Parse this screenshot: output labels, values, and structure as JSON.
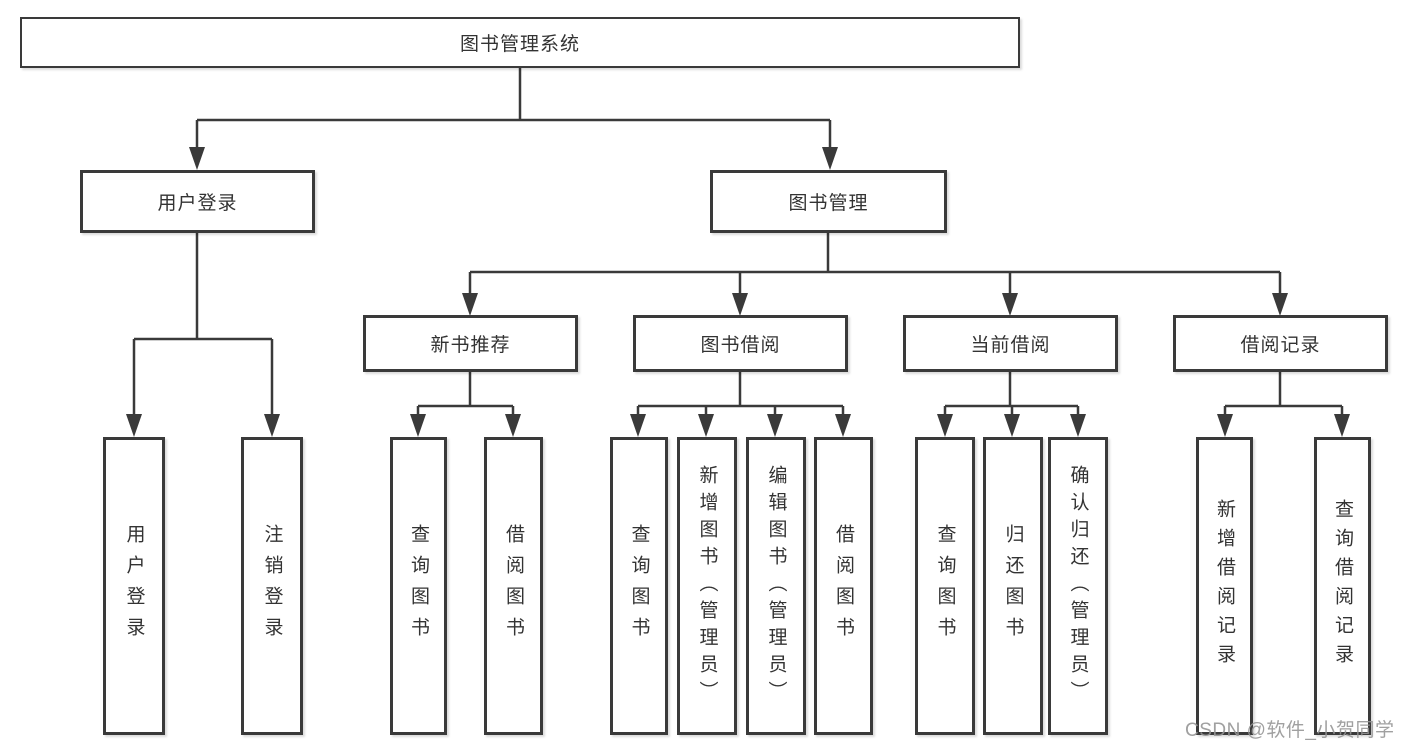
{
  "tree": {
    "root": {
      "label": "图书管理系统",
      "children": [
        {
          "label": "用户登录",
          "children": [
            {
              "label": "用户登录"
            },
            {
              "label": "注销登录"
            }
          ]
        },
        {
          "label": "图书管理",
          "children": [
            {
              "label": "新书推荐",
              "children": [
                {
                  "label": "查询图书"
                },
                {
                  "label": "借阅图书"
                }
              ]
            },
            {
              "label": "图书借阅",
              "children": [
                {
                  "label": "查询图书"
                },
                {
                  "label": "新增图书（管理员）"
                },
                {
                  "label": "编辑图书（管理员）"
                },
                {
                  "label": "借阅图书"
                }
              ]
            },
            {
              "label": "当前借阅",
              "children": [
                {
                  "label": "查询图书"
                },
                {
                  "label": "归还图书"
                },
                {
                  "label": "确认归还（管理员）"
                }
              ]
            },
            {
              "label": "借阅记录",
              "children": [
                {
                  "label": "新增借阅记录"
                },
                {
                  "label": "查询借阅记录"
                }
              ]
            }
          ]
        }
      ]
    }
  },
  "watermark": {
    "text": "CSDN @软件_小贺同学"
  },
  "colors": {
    "line": "#3a3a3a",
    "box_border": "#3a3a3a",
    "text": "#333333",
    "watermark": "#969696",
    "background": "#ffffff"
  }
}
